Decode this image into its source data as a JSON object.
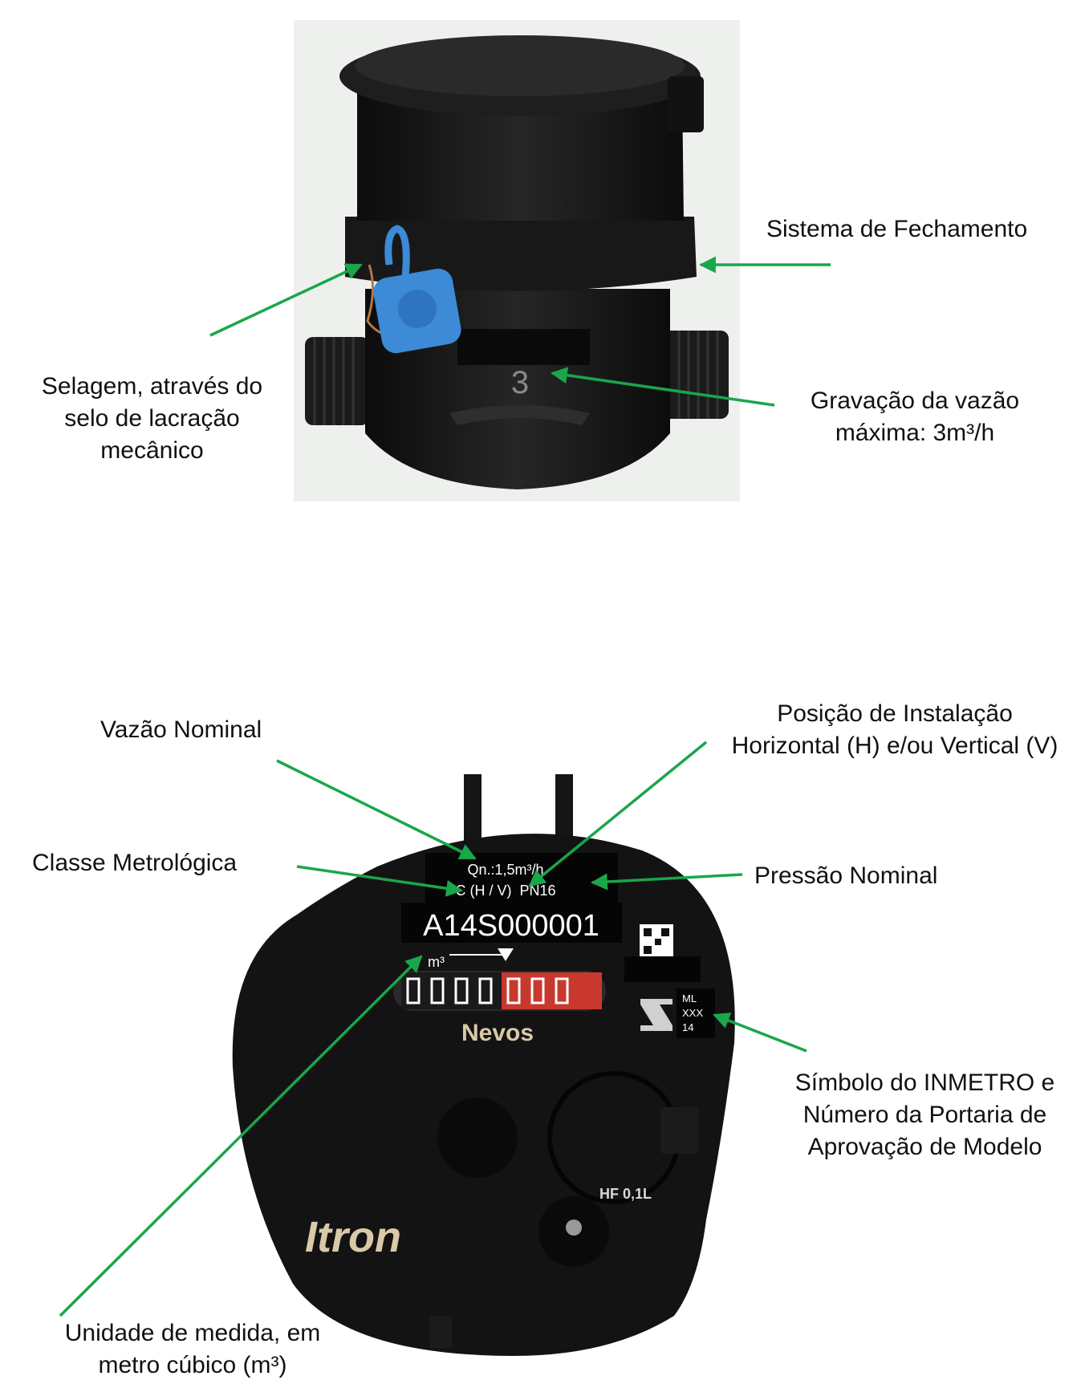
{
  "annotations": {
    "top": {
      "sistema_fechamento": "Sistema de Fechamento",
      "selagem": [
        "Selagem, através do",
        "selo de lacração",
        "mecânico"
      ],
      "gravacao": [
        "Gravação da vazão",
        "máxima: 3m³/h"
      ]
    },
    "bottom": {
      "vazao_nominal": "Vazão Nominal",
      "posicao_instalacao": [
        "Posição de Instalação",
        "Horizontal (H) e/ou Vertical (V)"
      ],
      "classe_metrologica": "Classe Metrológica",
      "pressao_nominal": "Pressão Nominal",
      "simbolo_inmetro": [
        "Símbolo do INMETRO e",
        "Número da Portaria de",
        "Aprovação de Modelo"
      ],
      "unidade_medida": [
        "Unidade de medida, em",
        "metro cúbico (m³)"
      ]
    }
  },
  "meter_top": {
    "engraved_flow": "3"
  },
  "meter_dial": {
    "nominal_flow": "Qn.:1,5m³/h",
    "class_position_pressure": "C (H / V)  PN16",
    "serial": "A14S000001",
    "unit": "m³",
    "brand_model": "Nevos",
    "inmetro_lines": [
      "ML",
      "XXX",
      "14"
    ],
    "pulse_output": "HF 0,1L",
    "manufacturer": "Itron"
  },
  "colors": {
    "arrow": "#1aa64a",
    "meter_body": "#141414",
    "seal": "#3d8ad6",
    "drum_red": "#c9382e",
    "photo_bg": "#eef0ee"
  }
}
